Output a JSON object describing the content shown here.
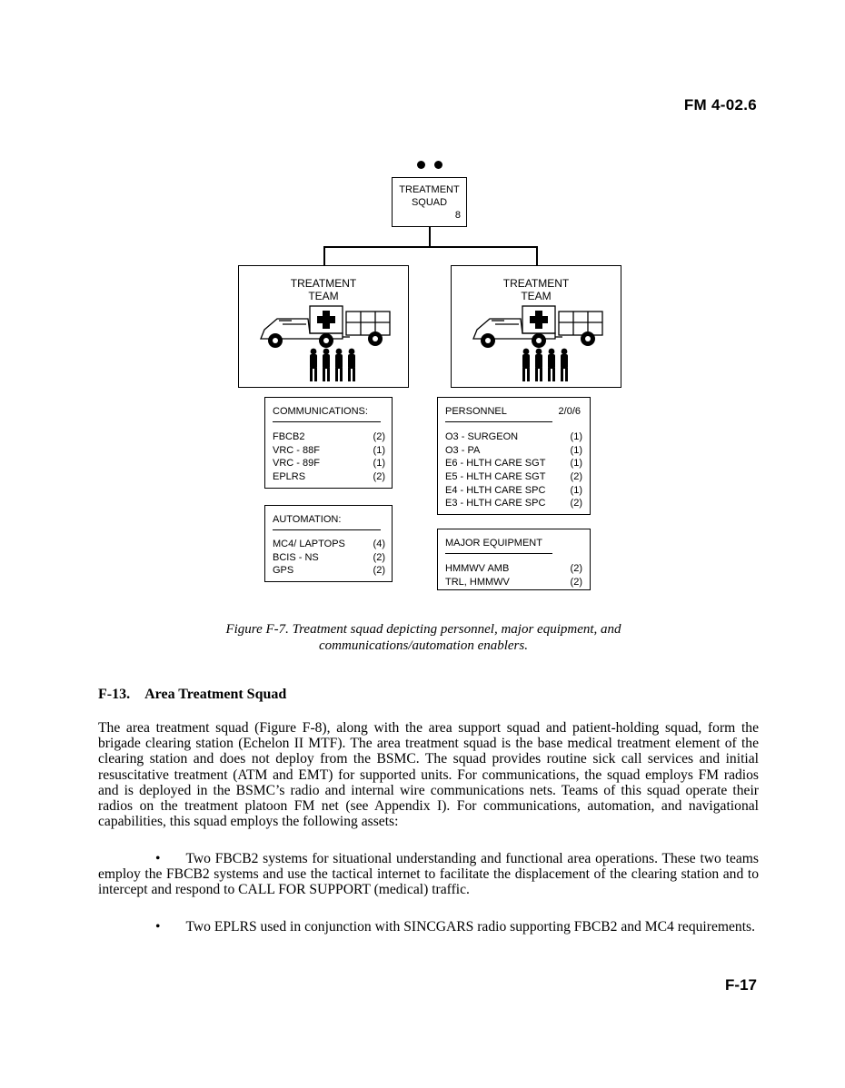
{
  "header": {
    "code": "FM 4-02.6"
  },
  "figure": {
    "squad_box": {
      "line1": "TREATMENT",
      "line2": "SQUAD",
      "count": "8"
    },
    "teams": [
      {
        "line1": "TREATMENT",
        "line2": "TEAM"
      },
      {
        "line1": "TREATMENT",
        "line2": "TEAM"
      }
    ],
    "communications": {
      "heading": "COMMUNICATIONS:",
      "items": [
        {
          "name": "FBCB2",
          "qty": "(2)"
        },
        {
          "name": "VRC - 88F",
          "qty": "(1)"
        },
        {
          "name": "VRC - 89F",
          "qty": "(1)"
        },
        {
          "name": "EPLRS",
          "qty": "(2)"
        }
      ]
    },
    "automation": {
      "heading": "AUTOMATION:",
      "items": [
        {
          "name": "MC4/ LAPTOPS",
          "qty": "(4)"
        },
        {
          "name": "BCIS - NS",
          "qty": "(2)"
        },
        {
          "name": "GPS",
          "qty": "(2)"
        }
      ]
    },
    "personnel": {
      "heading": "PERSONNEL",
      "total": "2/0/6",
      "items": [
        {
          "name": "O3 - SURGEON",
          "qty": "(1)"
        },
        {
          "name": "O3 - PA",
          "qty": "(1)"
        },
        {
          "name": "E6 - HLTH CARE SGT",
          "qty": "(1)"
        },
        {
          "name": "E5 - HLTH CARE SGT",
          "qty": "(2)"
        },
        {
          "name": "E4 - HLTH CARE SPC",
          "qty": "(1)"
        },
        {
          "name": "E3 - HLTH CARE SPC",
          "qty": "(2)"
        }
      ]
    },
    "major_equipment": {
      "heading": "MAJOR EQUIPMENT",
      "items": [
        {
          "name": "HMMWV AMB",
          "qty": "(2)"
        },
        {
          "name": "TRL, HMMWV",
          "qty": "(2)"
        }
      ]
    },
    "caption_line1": "Figure F-7.  Treatment squad depicting personnel, major equipment, and",
    "caption_line2": "communications/automation enablers."
  },
  "section": {
    "number": "F-13.",
    "title": "Area Treatment Squad"
  },
  "paragraphs": [
    "The area treatment squad (Figure F-8), along with the area support squad and patient-holding squad, form the brigade clearing station (Echelon II MTF).  The area treatment squad is the base medical treatment element of the clearing station and does not deploy from the BSMC.  The squad provides routine sick call services and initial resuscitative treatment (ATM and EMT) for supported units.  For communications, the squad employs FM radios and is deployed in the BSMC’s radio and internal wire communications nets. Teams of this squad operate their radios on the treatment platoon FM net (see Appendix I).  For communications, automation, and navigational capabilities, this squad employs the following assets:"
  ],
  "bullets": [
    "Two FBCB2 systems for situational understanding and functional area operations.  These two teams employ the FBCB2 systems and use the tactical internet to facilitate the displacement of the clearing station and to intercept and respond to CALL FOR SUPPORT (medical) traffic.",
    "Two EPLRS used in conjunction with SINCGARS radio supporting FBCB2 and MC4 requirements."
  ],
  "bullet_glyph": "•",
  "footer": {
    "page_number": "F-17"
  }
}
